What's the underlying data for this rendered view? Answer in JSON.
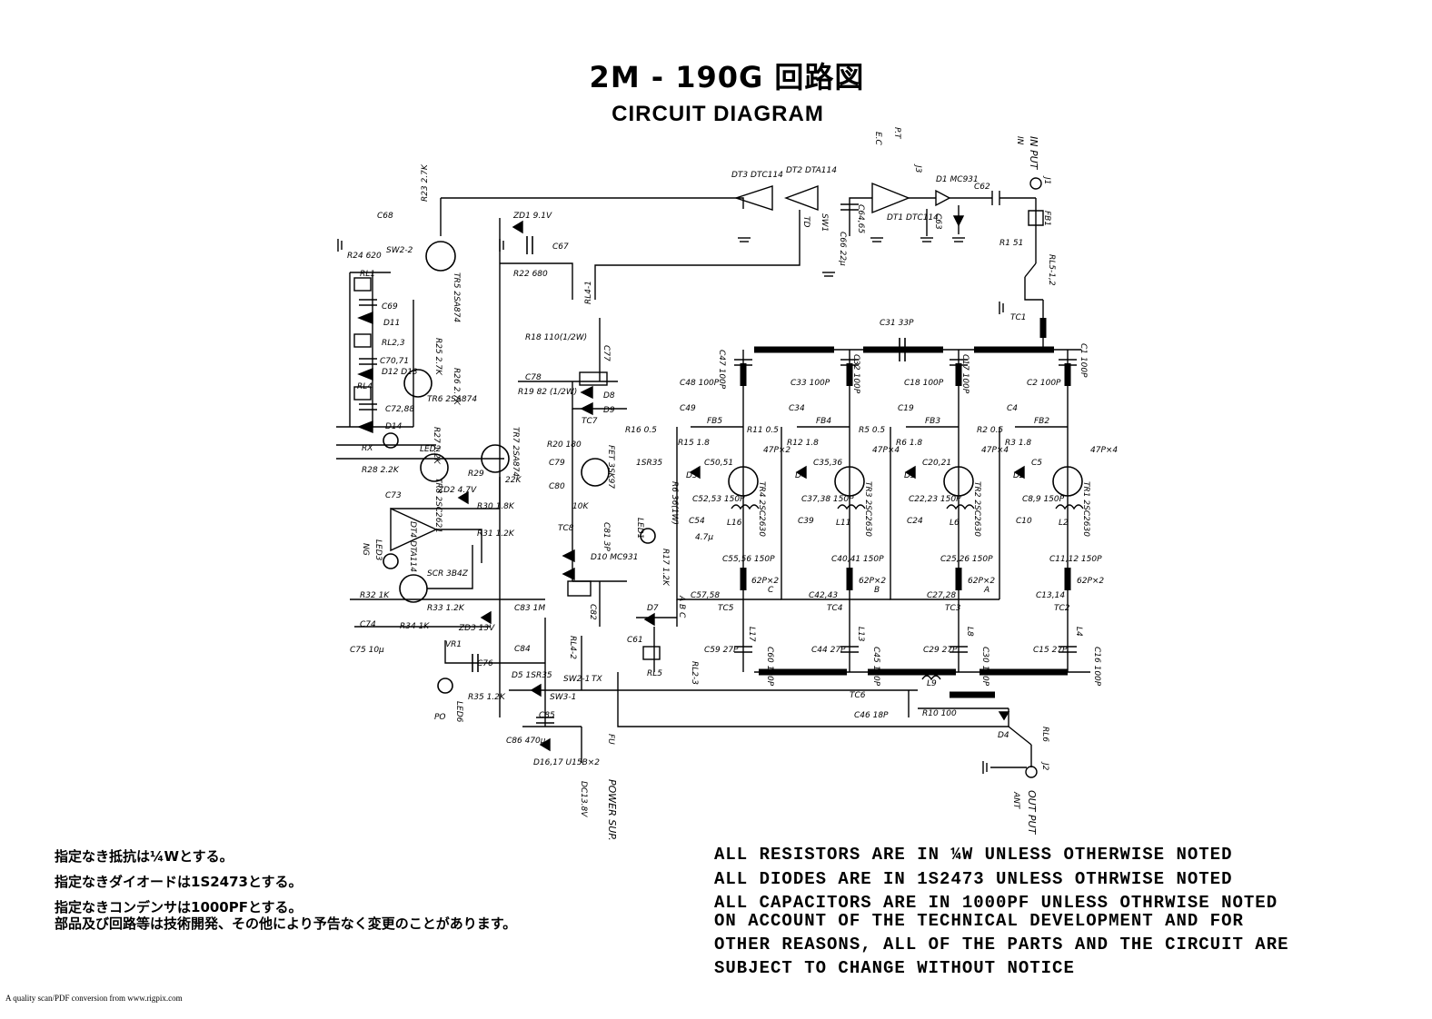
{
  "title": "2M - 190G 回路図",
  "subtitle": "CIRCUIT DIAGRAM",
  "labels": {
    "in_put": "IN PUT",
    "in_box": "IN",
    "j1": "J1",
    "fb1": "FB1",
    "r1": "R1 51",
    "c62": "C62",
    "d1": "D1 MC931",
    "j3": "J3",
    "pt": "P.T",
    "ec": "E.C",
    "dt1": "DT1 DTC114",
    "c63": "C63",
    "c64": "C64,65",
    "dt2": "DT2 DTA114",
    "dt3": "DT3 DTC114",
    "td": "TD",
    "c66": "C66 22μ",
    "sw1": "SW1",
    "rl51": "RL5-1,2",
    "tc1": "TC1",
    "c31": "C31 33P",
    "c47": "C47 100P",
    "c32": "C32 100P",
    "c17": "C17 100P",
    "c1": "C1 100P",
    "c48": "C48 100P",
    "c33": "C33 100P",
    "c18": "C18 100P",
    "c2": "C2 100P",
    "tr4": "TR4 2SC2630",
    "tr3": "TR3 2SC2630",
    "tr2": "TR2 2SC2630",
    "tr1": "TR1 2SC2630",
    "p47_4": "47P×2",
    "p47_3": "47P×4",
    "p47_2": "47P×4",
    "p47_1": "47P×4",
    "p62_4": "62P×2",
    "p62_3": "62P×2",
    "p62_2": "62P×2",
    "p62_1": "62P×2",
    "tc5": "TC5",
    "tc4": "TC4",
    "tc3": "TC3",
    "tc2": "TC2",
    "c59": "C59 27P",
    "c44": "C44 27P",
    "c29": "C29 27P",
    "c15": "C15 27P",
    "tc6": "TC6",
    "c46": "C46 18P",
    "r10": "R10 100",
    "l9": "L9",
    "d4": "D4",
    "rl6": "RL6",
    "j2": "J2",
    "out_put": "OUT PUT",
    "ant": "ANT",
    "zd1": "ZD1 9.1V",
    "c67": "C67",
    "r22": "R22 680",
    "r23": "R23 2.7K",
    "tr5": "TR5 2SA874",
    "c68": "C68",
    "r24": "R24 620",
    "sw22": "SW2-2",
    "rl1": "RL1",
    "c69": "C69",
    "d11": "D11",
    "rl23": "RL2,3",
    "c70": "C70,71",
    "d12": "D12 D13",
    "rl4": "RL4",
    "c72": "C72,88",
    "d14": "D14",
    "r25": "R25 2.7K",
    "r26": "R26 2.7K",
    "tr6": "TR6 2SA874",
    "rx": "RX",
    "r27": "R27 1.2K",
    "led2": "LED2",
    "r28": "R28 2.2K",
    "tr8": "TR8 2SC2621",
    "tr7": "TR7 2SA874",
    "r29": "R29",
    "r22k": "22K",
    "c73": "C73",
    "zd2": "ZD2 4.7V",
    "r30": "R30 1.8K",
    "r31": "R31 1.2K",
    "dt4": "DT4 DTA114",
    "ng": "NG",
    "led3": "LED3",
    "scr": "SCR 3B4Z",
    "r32": "R32 1K",
    "r33": "R33 1.2K",
    "c74": "C74",
    "r34": "R34 1K",
    "zd3": "ZD3 13V",
    "c75": "C75 10μ",
    "vr1": "VR1",
    "c76": "C76",
    "r35": "R35 1.2K",
    "led6": "LED6",
    "po": "PO",
    "c83": "C83 1M",
    "c84": "C84",
    "d5": "D5 1SR35",
    "sw21": "SW2-1",
    "tx": "TX",
    "sw31": "SW3-1",
    "c85": "C85",
    "c86": "C86 470μ",
    "d16": "D16,17 U15B×2",
    "fu": "FU",
    "dc": "DC13.8V",
    "power": "POWER SUP.",
    "rl41": "RL4-1",
    "r18": "R18 110(1/2W)",
    "c78": "C78",
    "r19": "R19 82 (1/2W)",
    "c77": "C77",
    "d8": "D8",
    "d9": "D9",
    "tc7": "TC7",
    "r20": "R20 180",
    "c79": "C79",
    "c80": "C80",
    "fet": "FET 3SK97",
    "r10k": "10K",
    "tc8": "TC8",
    "c81": "C81 3P",
    "d10": "D10 MC931",
    "c82": "C82",
    "rl42": "RL4-2",
    "led1": "LED1",
    "r17": "R17 1.2K",
    "d7": "D7",
    "c61": "C61",
    "rl5": "RL5",
    "rl23b": "RL2-3",
    "r16": "R16 0.5",
    "r11": "R11 0.5",
    "r5": "R5 0.5",
    "r2": "R2 0.5",
    "fb5": "FB5",
    "fb4": "FB4",
    "fb3": "FB3",
    "fb2": "FB2",
    "r15": "R15 1.8",
    "r12": "R12 1.8",
    "r6": "R6 1.8",
    "r3": "R3 1.8",
    "c49": "C49",
    "c34": "C34",
    "c19": "C19",
    "c4": "C4",
    "c50": "C50,51",
    "c35": "C35,36",
    "c20": "C20,21",
    "c5": "C5",
    "d5b": "D5",
    "d4b": "D4",
    "d3": "D3",
    "d2": "D2",
    "sr35": "1SR35",
    "r36": "R6 36(1W)",
    "c52": "C52,53 150P",
    "c37": "C37,38 150P",
    "c22": "C22,23 150P",
    "c8": "C8,9 150P",
    "c54": "C54",
    "c39": "C39",
    "c24": "C24",
    "c10": "C10",
    "u47": "4.7μ",
    "c55": "C55,56 150P",
    "c40": "C40,41 150P",
    "c25": "C25,26 150P",
    "c11": "C11,12 150P",
    "l16": "L16",
    "l11": "L11",
    "l6": "L6",
    "l2": "L2",
    "c57": "C57,58",
    "c42": "C42,43",
    "c27": "C27,28",
    "c13": "C13,14",
    "l17": "L17",
    "l13": "L13",
    "l8": "L8",
    "l4": "L4",
    "c60": "C60 100P",
    "c45": "C45 100P",
    "c30": "C30 100P",
    "c16": "C16 100P",
    "abc": "A B C",
    "a": "A",
    "b": "B",
    "c": "C"
  },
  "notes_jp": [
    "指定なき抵抗は¼Wとする。",
    "指定なきダイオードは1S2473とする。",
    "指定なきコンデンサは1000PFとする。",
    "部品及び回路等は技術開発、その他により予告なく変更のことがあります。"
  ],
  "notes_en": [
    "ALL RESISTORS ARE IN ¼W UNLESS OTHERWISE NOTED",
    "ALL DIODES ARE IN 1S2473 UNLESS OTHRWISE NOTED",
    "ALL CAPACITORS ARE IN 1000PF UNLESS OTHRWISE NOTED",
    "ON ACCOUNT OF THE TECHNICAL DEVELOPMENT AND FOR",
    "OTHER REASONS, ALL OF THE PARTS AND THE CIRCUIT ARE",
    "SUBJECT TO CHANGE WITHOUT NOTICE"
  ],
  "source": "A quality scan/PDF conversion from www.rigpix.com"
}
